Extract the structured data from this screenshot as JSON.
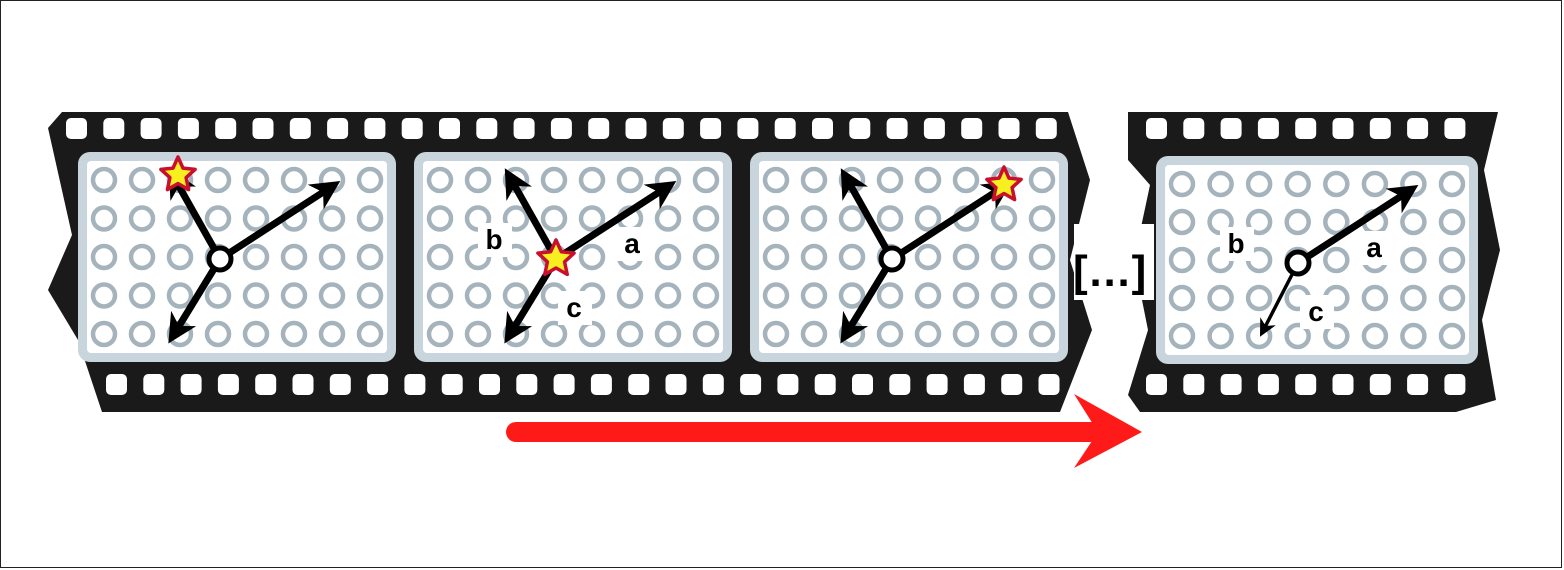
{
  "colors": {
    "film": "#1a1a1a",
    "frame_fill": "#c9d5dc",
    "frame_inner": "#ffffff",
    "lattice_ring": "#a4b3bc",
    "vector": "#000000",
    "star_fill": "#f7ef1f",
    "star_stroke": "#c8102e",
    "time_arrow": "#ff1a1a"
  },
  "frames": [
    {
      "star": "b",
      "labels": {
        "a": "",
        "b": "",
        "c": ""
      }
    },
    {
      "star": "origin",
      "labels": {
        "a": "a",
        "b": "b",
        "c": "c"
      }
    },
    {
      "star": "a",
      "labels": {
        "a": "",
        "b": "",
        "c": ""
      }
    },
    {
      "star": "none",
      "labels": {
        "a": "a",
        "b": "b",
        "c": "c"
      }
    }
  ],
  "ellipsis": "[…]",
  "icons": [
    "star-icon",
    "time-arrow-icon"
  ]
}
